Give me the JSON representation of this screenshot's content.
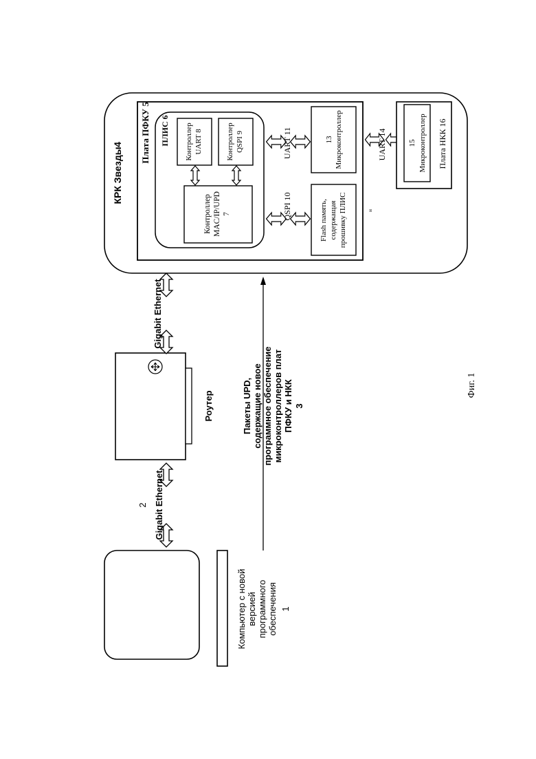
{
  "computer": {
    "label_lines": [
      "Компьютер с новой",
      "версией",
      "программного",
      "обеспечения"
    ],
    "number": "1"
  },
  "link_left": {
    "label": "Gigabit Ethernet",
    "number": "2"
  },
  "router": {
    "label": "Роутер"
  },
  "link_right": {
    "label": "Gigabit Ethernet"
  },
  "packets": {
    "label_lines": [
      "Пакеты UPD,",
      "содержащие новое",
      "программное обеспечение",
      "микроконтроллеров плат",
      "ПФКУ и НКК"
    ],
    "number": "3"
  },
  "krk": {
    "label": "КРК Звезды",
    "number": "4"
  },
  "pfku": {
    "label": "Плата ПФКУ 5"
  },
  "plis": {
    "label": "ПЛИС 6"
  },
  "mac_controller": {
    "label_lines": [
      "Контроллер",
      "MAC/IP/UPD",
      "7"
    ]
  },
  "uart_controller": {
    "label_lines": [
      "Контроллер",
      "UART  8"
    ]
  },
  "qspi_controller": {
    "label_lines": [
      "Контроллер",
      "QSPI   9"
    ]
  },
  "qspi_link": {
    "label": "QSPI  10"
  },
  "uart_link_11": {
    "label": "UART  11"
  },
  "flash": {
    "label_lines": [
      "Flash память,",
      "содержащая",
      "прошивку ПЛИС"
    ]
  },
  "stray_mark": {
    "label": "н"
  },
  "mcu13": {
    "label_lines": [
      "13",
      "Микроконтроллер"
    ]
  },
  "uart_link_14": {
    "label": "UART  14"
  },
  "nkk": {
    "label": "Плата НКК  16"
  },
  "mcu15": {
    "label_lines": [
      "15",
      "Микроконтроллер"
    ]
  },
  "caption": {
    "label": "Фиг. 1"
  }
}
